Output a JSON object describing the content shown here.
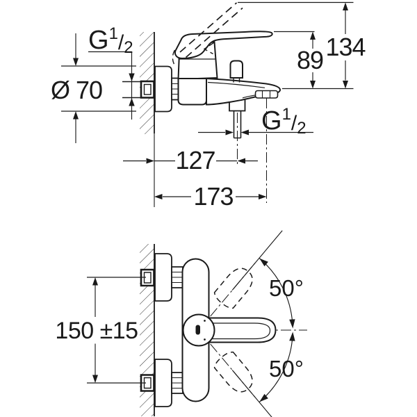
{
  "background": "#ffffff",
  "line_color": "#1a1a1a",
  "side_view": {
    "label_thread_inlet": {
      "base": "G",
      "sup": "1",
      "slash": "/",
      "sub": "2"
    },
    "label_flange_diameter": "Ø 70",
    "label_height_open": "134",
    "label_height_closed": "89",
    "label_thread_shower": {
      "base": "G",
      "sup": "1",
      "slash": "/",
      "sub": "2"
    },
    "label_wall_to_shower": "127",
    "label_wall_to_spout": "173"
  },
  "plan_view": {
    "label_center_distance": "150 ±15",
    "label_swing_upper": "50°",
    "label_swing_lower": "50°"
  }
}
